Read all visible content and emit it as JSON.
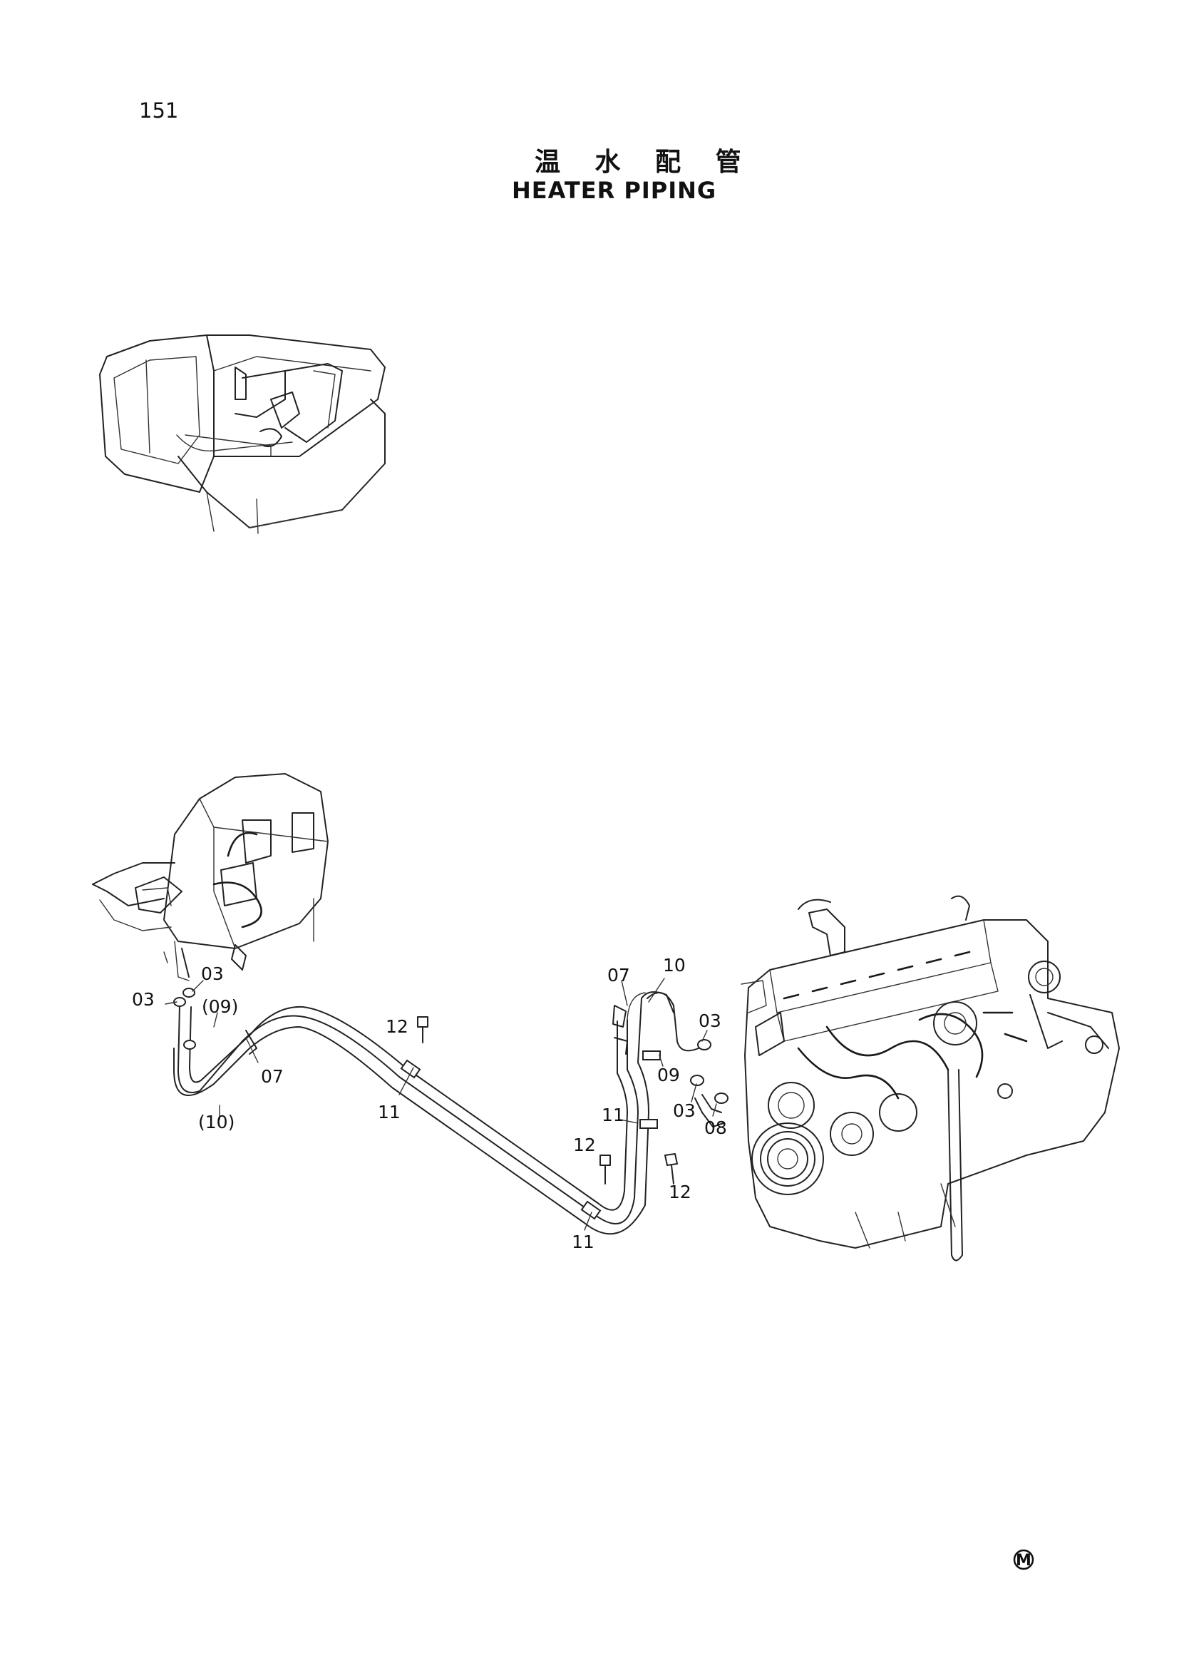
{
  "page": {
    "number": "151",
    "title_jp": "温 水 配 管",
    "title_en": "HEATER PIPING"
  },
  "mark": "M",
  "callouts": [
    {
      "id": "c-03-a",
      "text": "03"
    },
    {
      "id": "c-03-b",
      "text": "03"
    },
    {
      "id": "c-09-paren",
      "text": "(09)"
    },
    {
      "id": "c-07-left",
      "text": "07"
    },
    {
      "id": "c-10-paren",
      "text": "(10)"
    },
    {
      "id": "c-12-a",
      "text": "12"
    },
    {
      "id": "c-11-a",
      "text": "11"
    },
    {
      "id": "c-07-right",
      "text": "07"
    },
    {
      "id": "c-10",
      "text": "10"
    },
    {
      "id": "c-03-c",
      "text": "03"
    },
    {
      "id": "c-09",
      "text": "09"
    },
    {
      "id": "c-03-d",
      "text": "03"
    },
    {
      "id": "c-08",
      "text": "08"
    },
    {
      "id": "c-11-b",
      "text": "11"
    },
    {
      "id": "c-12-b",
      "text": "12"
    },
    {
      "id": "c-12-c",
      "text": "12"
    },
    {
      "id": "c-11-c",
      "text": "11"
    }
  ]
}
